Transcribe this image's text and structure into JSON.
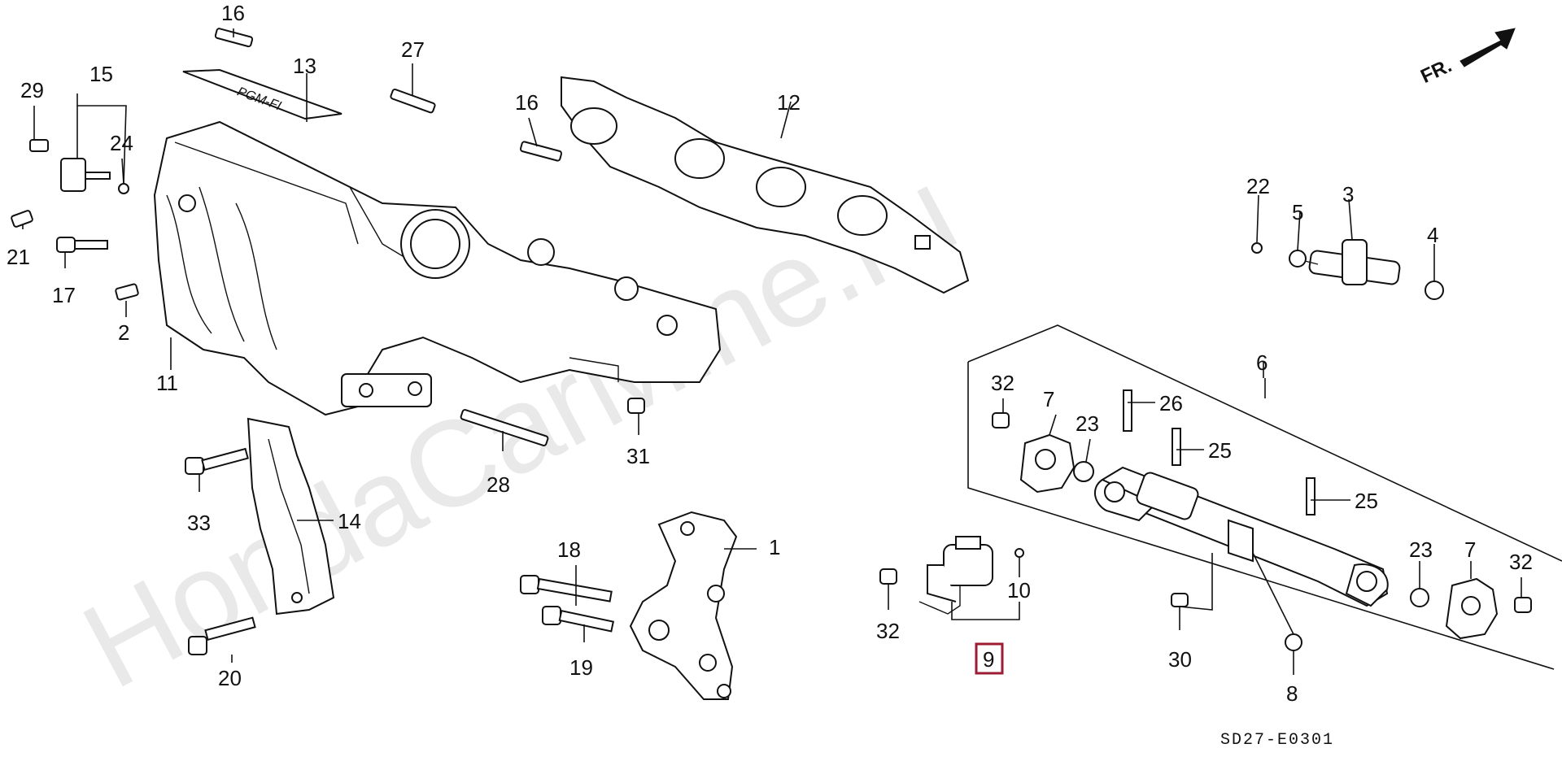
{
  "watermark": "HondaCarMine.ru",
  "diagram_code": "SD27-E0301",
  "direction_label": "FR.",
  "stamp_text": "PGM-FI",
  "highlighted_label": "9",
  "callouts": [
    {
      "id": "1",
      "text": "1"
    },
    {
      "id": "2",
      "text": "2"
    },
    {
      "id": "3",
      "text": "3"
    },
    {
      "id": "4",
      "text": "4"
    },
    {
      "id": "5",
      "text": "5"
    },
    {
      "id": "6",
      "text": "6"
    },
    {
      "id": "7a",
      "text": "7"
    },
    {
      "id": "7b",
      "text": "7"
    },
    {
      "id": "8",
      "text": "8"
    },
    {
      "id": "9",
      "text": "9"
    },
    {
      "id": "10",
      "text": "10"
    },
    {
      "id": "11",
      "text": "11"
    },
    {
      "id": "12",
      "text": "12"
    },
    {
      "id": "13",
      "text": "13"
    },
    {
      "id": "14",
      "text": "14"
    },
    {
      "id": "15",
      "text": "15"
    },
    {
      "id": "16a",
      "text": "16"
    },
    {
      "id": "16b",
      "text": "16"
    },
    {
      "id": "17",
      "text": "17"
    },
    {
      "id": "18",
      "text": "18"
    },
    {
      "id": "19",
      "text": "19"
    },
    {
      "id": "20",
      "text": "20"
    },
    {
      "id": "21",
      "text": "21"
    },
    {
      "id": "22",
      "text": "22"
    },
    {
      "id": "23a",
      "text": "23"
    },
    {
      "id": "23b",
      "text": "23"
    },
    {
      "id": "24",
      "text": "24"
    },
    {
      "id": "25a",
      "text": "25"
    },
    {
      "id": "25b",
      "text": "25"
    },
    {
      "id": "26",
      "text": "26"
    },
    {
      "id": "27",
      "text": "27"
    },
    {
      "id": "28",
      "text": "28"
    },
    {
      "id": "29",
      "text": "29"
    },
    {
      "id": "30",
      "text": "30"
    },
    {
      "id": "31",
      "text": "31"
    },
    {
      "id": "32a",
      "text": "32"
    },
    {
      "id": "32b",
      "text": "32"
    },
    {
      "id": "32c",
      "text": "32"
    },
    {
      "id": "33",
      "text": "33"
    }
  ]
}
